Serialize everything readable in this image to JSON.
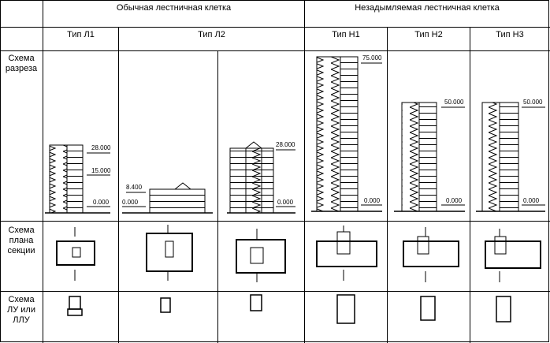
{
  "header": {
    "group_ordinary": "Обычная лестничная клетка",
    "group_smoke_free": "Незадымляемая лестничная клетка"
  },
  "types": {
    "L1": "Тип Л1",
    "L2": "Тип Л2",
    "N1": "Тип Н1",
    "N2": "Тип Н2",
    "N3": "Тип Н3"
  },
  "rows": {
    "section": "Схема разреза",
    "plan": "Схема плана секции",
    "stair": "Схема ЛУ или ЛЛУ"
  },
  "levels": {
    "l1_top": "28.000",
    "l1_mid": "15.000",
    "l1_base": "0.000",
    "l2a_top": "8.400",
    "l2a_base": "0.000",
    "l2b_top": "28.000",
    "l2b_base": "0.000",
    "n1_top": "75.000",
    "n1_base": "0.000",
    "n2_top": "50.000",
    "n2_base": "0.000",
    "n3_top": "50.000",
    "n3_base": "0.000"
  }
}
